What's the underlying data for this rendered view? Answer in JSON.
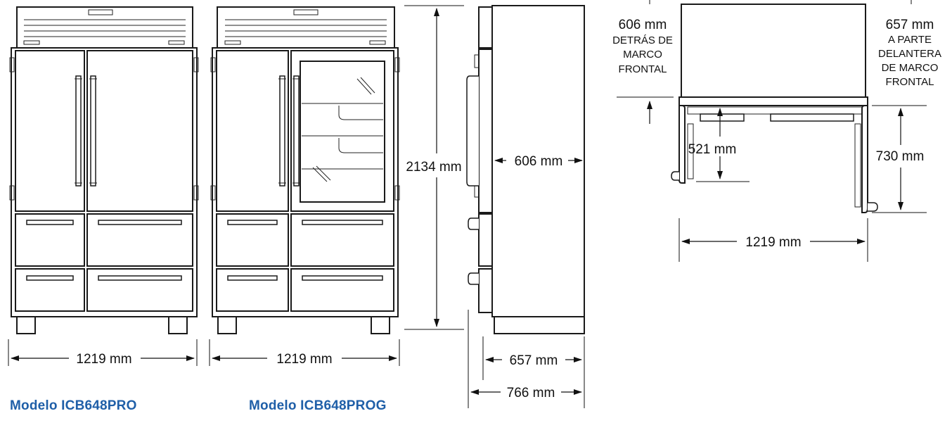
{
  "accent_color": "#1f5fa8",
  "models": {
    "pro": "Modelo ICB648PRO",
    "prog": "Modelo ICB648PROG"
  },
  "dimensions": {
    "front_width_pro": "1219 mm",
    "front_width_prog": "1219 mm",
    "height": "2134 mm",
    "side_depth": "606 mm",
    "side_depth_cabinet": "657 mm",
    "side_depth_total": "766 mm",
    "top_width": "1219 mm",
    "top_door_swing_small": "521 mm",
    "top_door_swing_large": "730 mm"
  },
  "top_view_notes": {
    "left_value": "606 mm",
    "left_lines": [
      "DETRÁS DE",
      "MARCO",
      "FRONTAL"
    ],
    "right_value": "657 mm",
    "right_lines": [
      "A PARTE",
      "DELANTERA",
      "DE MARCO",
      "FRONTAL"
    ]
  }
}
